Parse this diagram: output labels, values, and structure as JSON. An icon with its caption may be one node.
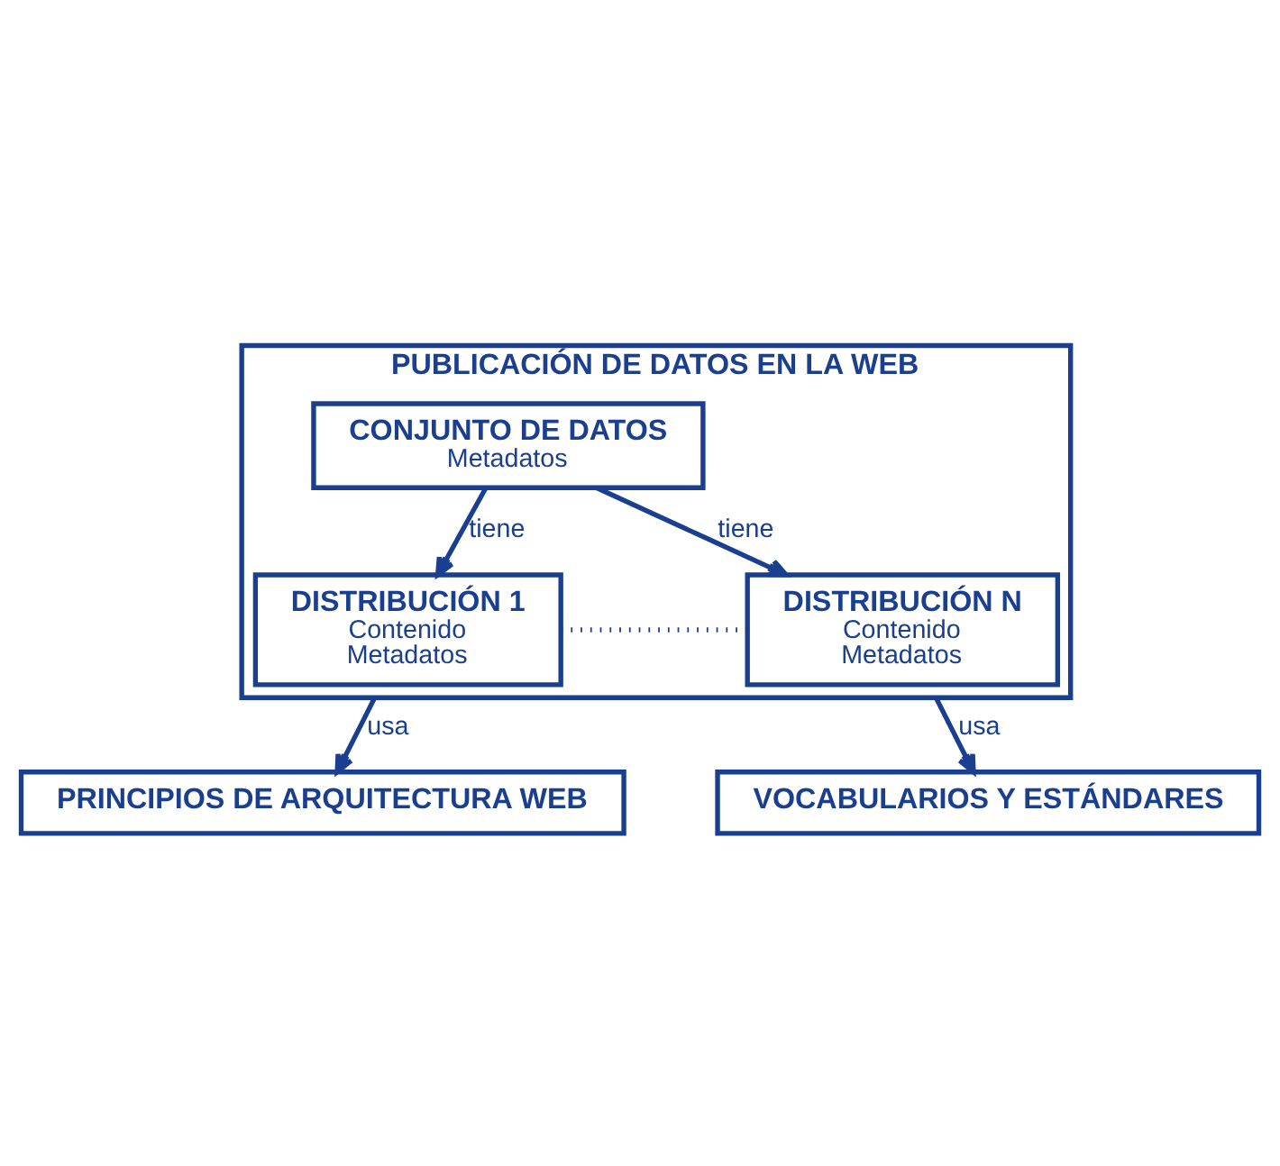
{
  "diagram": {
    "nodes": [
      {
        "text": [
          "PUBLICACIÓN DE DATOS EN LA WEB"
        ]
      },
      {
        "text": [
          "CONJUNTO DE DATOS",
          "Metadatos"
        ],
        "in": 0
      },
      {
        "text": [
          "DISTRIBUCIÓN 1",
          "Contenido",
          "Metadatos"
        ],
        "in": 0
      },
      {
        "text": [
          "DISTRIBUCIÓN N",
          "Contenido",
          "Metadatos"
        ],
        "in": 0
      },
      {
        "text": [
          "PRINCIPIOS DE ARQUITECTURA WEB"
        ]
      },
      {
        "text": [
          "VOCABULARIOS Y ESTÁNDARES"
        ]
      }
    ],
    "edges": [
      {
        "from": 1,
        "to": 2,
        "arrow": "to",
        "label": "tiene"
      },
      {
        "from": 1,
        "to": 3,
        "arrow": "to",
        "label": "tiene"
      },
      {
        "from": 2,
        "to": 3,
        "arrow": "none",
        "style": "dashed"
      },
      {
        "from": 0,
        "to": 4,
        "arrow": "to",
        "label": "usa"
      },
      {
        "from": 0,
        "to": 5,
        "arrow": "to",
        "label": "usa"
      }
    ]
  }
}
